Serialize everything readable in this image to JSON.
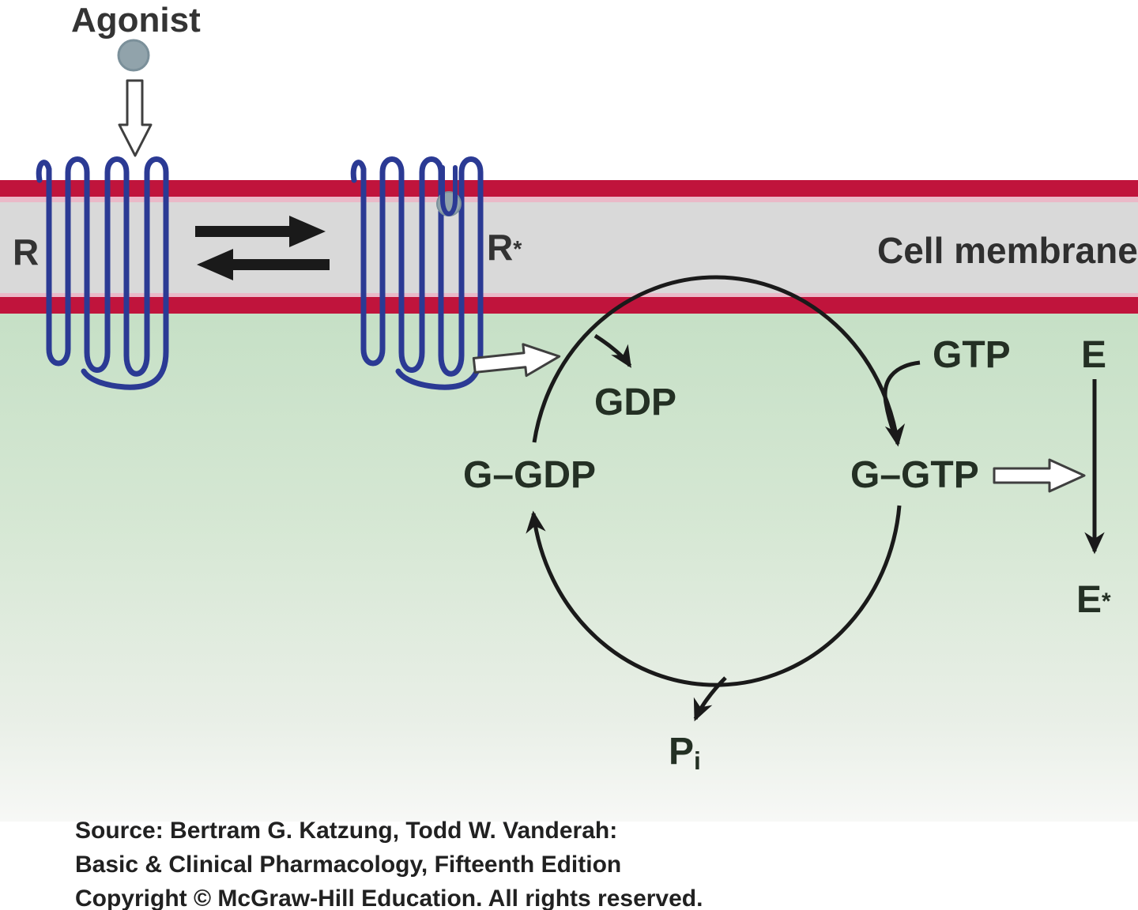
{
  "figure": {
    "labels": {
      "agonist": "Agonist",
      "receptor_inactive": "R",
      "receptor_active_base": "R",
      "star": "*",
      "cell_membrane": "Cell membrane",
      "gdp_released": "GDP",
      "gtp_input": "GTP",
      "g_gdp": "G–GDP",
      "g_gtp": "G–GTP",
      "enzyme": "E",
      "enzyme_active_base": "E",
      "phosphate_base": "P",
      "phosphate_sub": "i"
    },
    "icons": {
      "agonist_ligand_ball": "gray-circle",
      "agonist_down_arrow": "white-block-arrow-down",
      "equilibrium_right_arrow": "black-block-arrow-right",
      "equilibrium_left_arrow": "black-block-arrow-left",
      "receptor_to_cycle_arrow": "white-block-arrow-right",
      "ggtp_to_enzyme_arrow": "white-block-arrow-right",
      "g_protein_cycle": "circular-arrow-cycle",
      "receptor_7tm_serpentine": "blue-serpentine-receptor"
    },
    "colors": {
      "membrane_red": "#c0143c",
      "membrane_pink_edge": "#eab9c8",
      "membrane_gray_core": "#d9d9d9",
      "cytoplasm_green": "#c6e0c6",
      "receptor_blue": "#2b3a94",
      "line_black": "#1a1a1a",
      "agonist_ball_gray": "#91a3ab",
      "label_dark": "#243024"
    }
  },
  "source": {
    "line1": "Source: Bertram G. Katzung, Todd W. Vanderah:",
    "line2": "Basic & Clinical Pharmacology, Fifteenth Edition",
    "line3": "Copyright © McGraw-Hill Education. All rights reserved."
  }
}
